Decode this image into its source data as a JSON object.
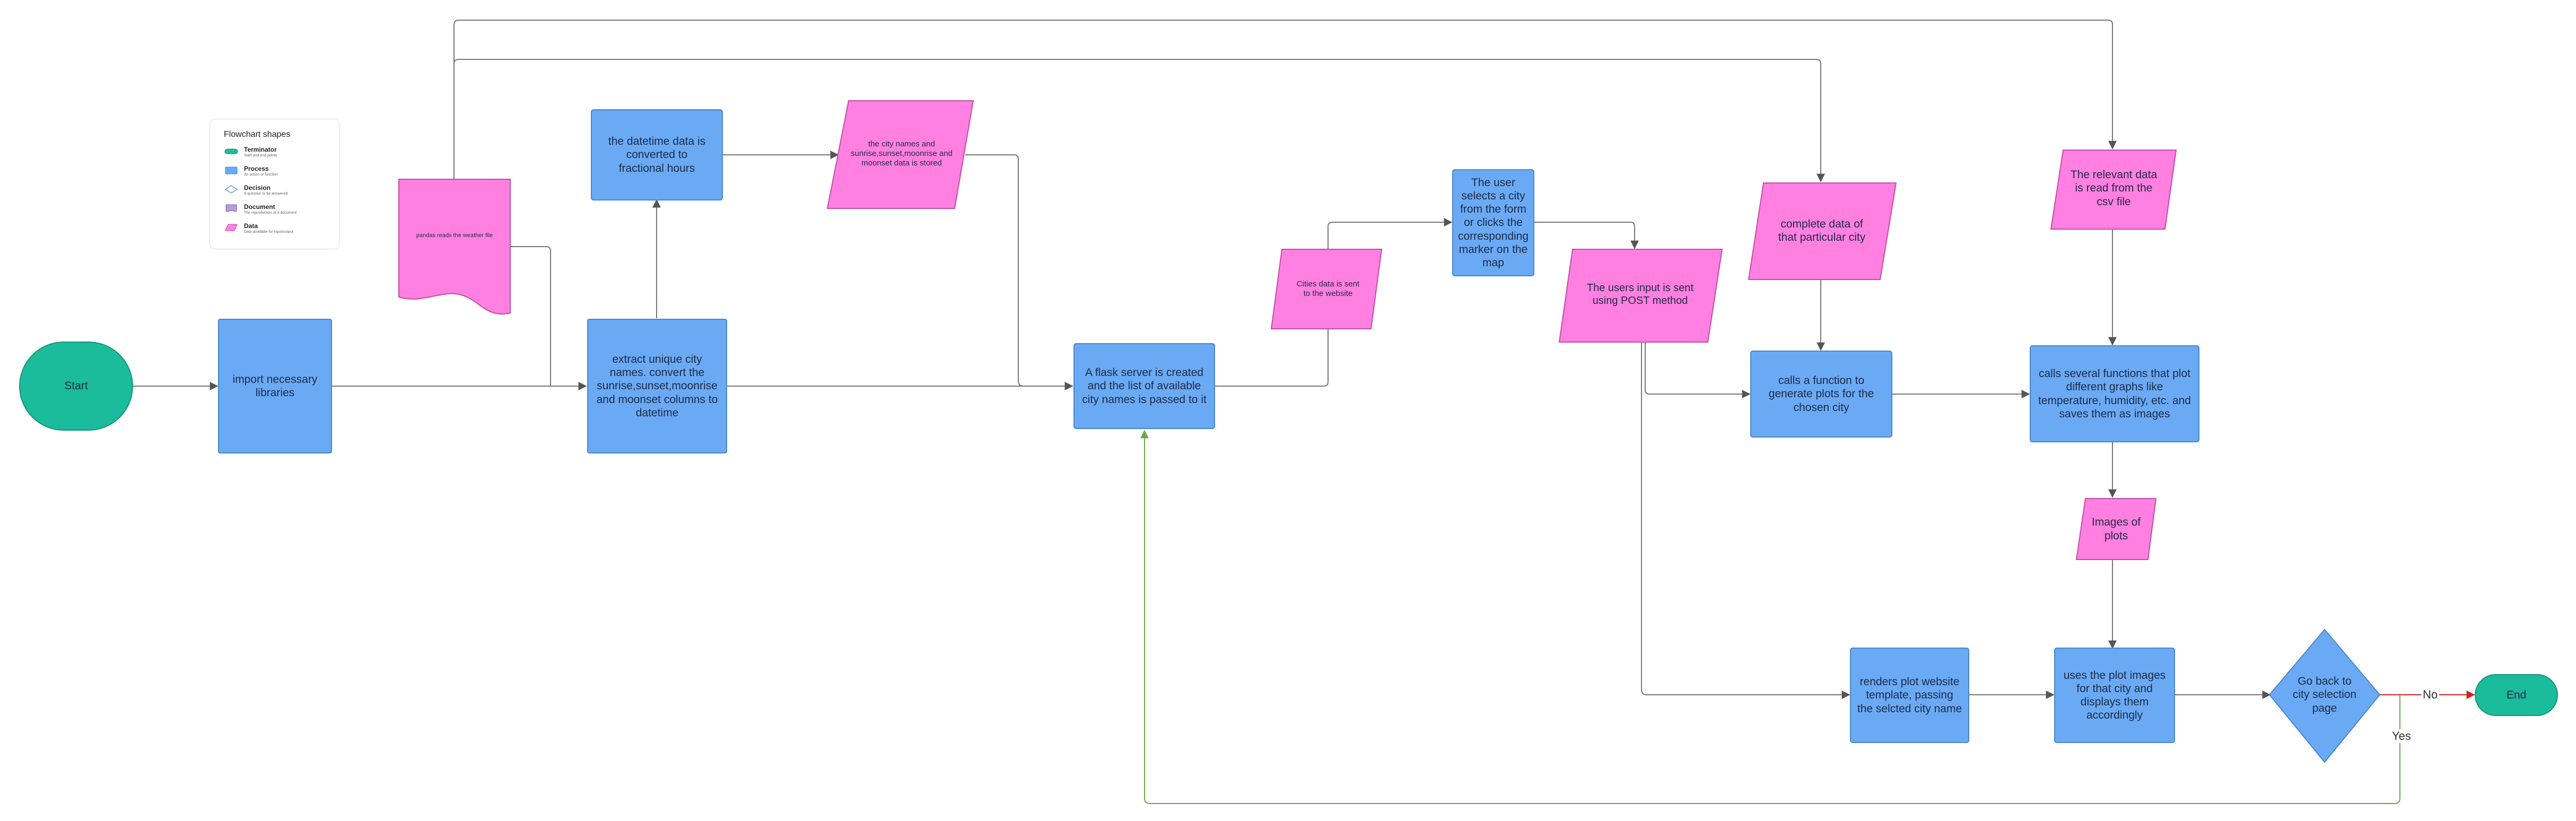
{
  "legend": {
    "title": "Flowchart shapes",
    "items": [
      {
        "name": "Terminator",
        "desc": "Start and end points"
      },
      {
        "name": "Process",
        "desc": "An action or function"
      },
      {
        "name": "Decision",
        "desc": "A question to be answered"
      },
      {
        "name": "Document",
        "desc": "The reproduction of a document"
      },
      {
        "name": "Data",
        "desc": "Data available for input/output"
      }
    ]
  },
  "colors": {
    "terminator": "#1abc9c",
    "process": "#6aaaf5",
    "data": "#ff80e0",
    "edge": "#777777",
    "loop_edge": "#6aa84f",
    "no_edge": "#cc2222"
  },
  "nodes": {
    "start": "Start",
    "import_libraries": "import necessary libraries",
    "read_weather_file": "pandas reads the weather file",
    "extract_unique_cities": "extract unique city names. convert the sunrise,sunset,moonrise and moonset columns to datetime",
    "convert_fractional": "the datetime data is converted to fractional hours",
    "city_data_stored": "the city names and sunrise,sunset,moonrise and moonset data is stored",
    "flask_server": "A flask server is created and the list of available city names is passed to it",
    "cities_sent": "Cities data is sent to the website",
    "user_selects": "The user selects a city from the form or clicks the corresponding marker on the map",
    "post_method": "The users input is sent using POST method",
    "complete_city_data": "complete data of that particular city",
    "generate_plots_fn": "calls a function to generate plots for the chosen city",
    "relevant_data_read": "The relevant data is read from the csv file",
    "plot_functions": "calls several functions that plot different graphs like temperature, humidity, etc. and saves them as images",
    "images_of_plots": "Images of plots",
    "render_template": "renders plot website template, passing the selcted city name",
    "display_images": "uses the plot images for that city and displays them accordingly",
    "go_back_decision": "Go back to city selection page",
    "end": "End"
  },
  "edge_labels": {
    "no": "No",
    "yes": "Yes"
  }
}
